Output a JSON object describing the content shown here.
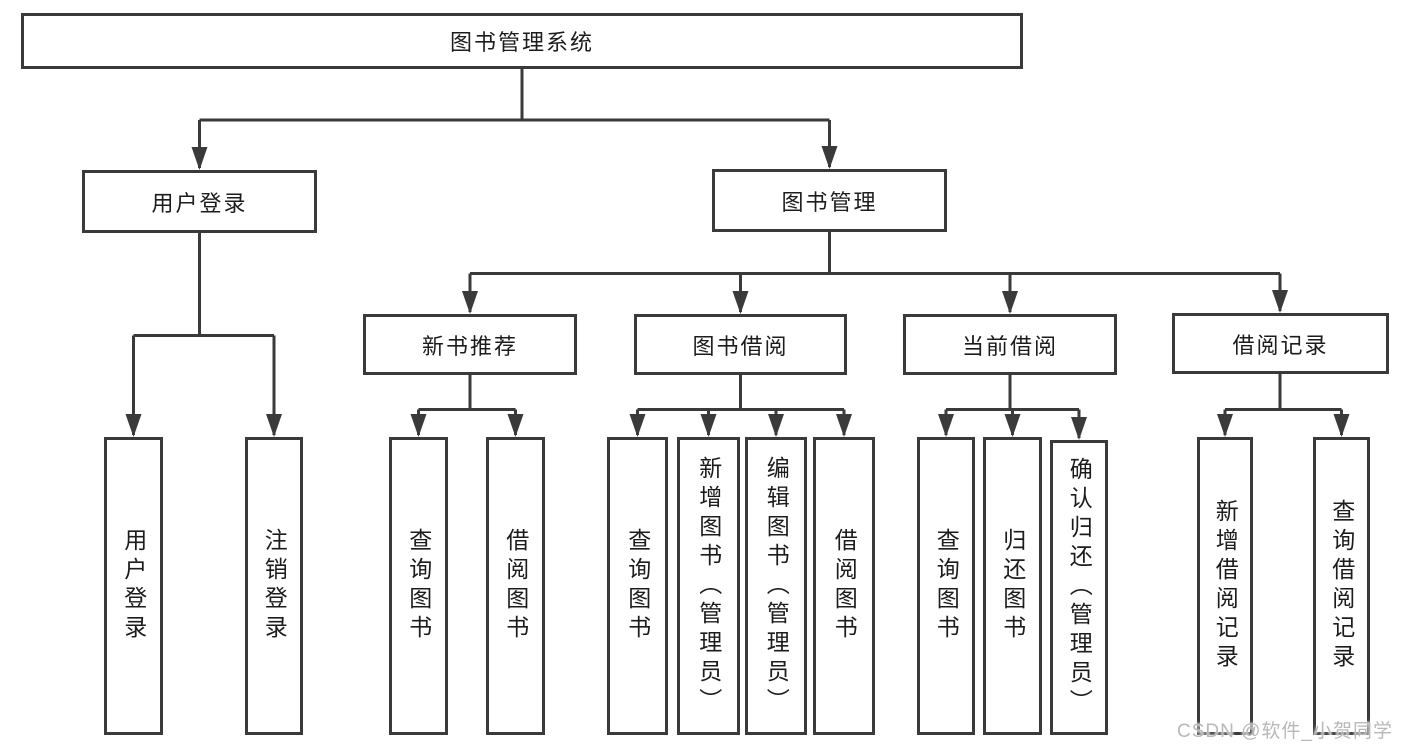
{
  "diagram": {
    "root": {
      "label": "图书管理系统"
    },
    "level2": [
      {
        "label": "用户登录"
      },
      {
        "label": "图书管理"
      }
    ],
    "level3": [
      {
        "label": "新书推荐",
        "parent": "图书管理"
      },
      {
        "label": "图书借阅",
        "parent": "图书管理"
      },
      {
        "label": "当前借阅",
        "parent": "图书管理"
      },
      {
        "label": "借阅记录",
        "parent": "图书管理"
      }
    ],
    "leaves": [
      {
        "label": "用户登录",
        "parent": "用户登录"
      },
      {
        "label": "注销登录",
        "parent": "用户登录"
      },
      {
        "label": "查询图书",
        "parent": "新书推荐"
      },
      {
        "label": "借阅图书",
        "parent": "新书推荐"
      },
      {
        "label": "查询图书",
        "parent": "图书借阅"
      },
      {
        "label": "新增图书（管理员）",
        "parent": "图书借阅"
      },
      {
        "label": "编辑图书（管理员）",
        "parent": "图书借阅"
      },
      {
        "label": "借阅图书",
        "parent": "图书借阅"
      },
      {
        "label": "查询图书",
        "parent": "当前借阅"
      },
      {
        "label": "归还图书",
        "parent": "当前借阅"
      },
      {
        "label": "确认归还（管理员）",
        "parent": "当前借阅"
      },
      {
        "label": "新增借阅记录",
        "parent": "借阅记录"
      },
      {
        "label": "查询借阅记录",
        "parent": "借阅记录"
      }
    ]
  },
  "watermark": {
    "text": "CSDN @软件_小贺同学"
  },
  "colors": {
    "line": "#3a3a3a",
    "text": "#1c1c1c",
    "watermark": "#b8b8b8",
    "background": "#ffffff"
  }
}
